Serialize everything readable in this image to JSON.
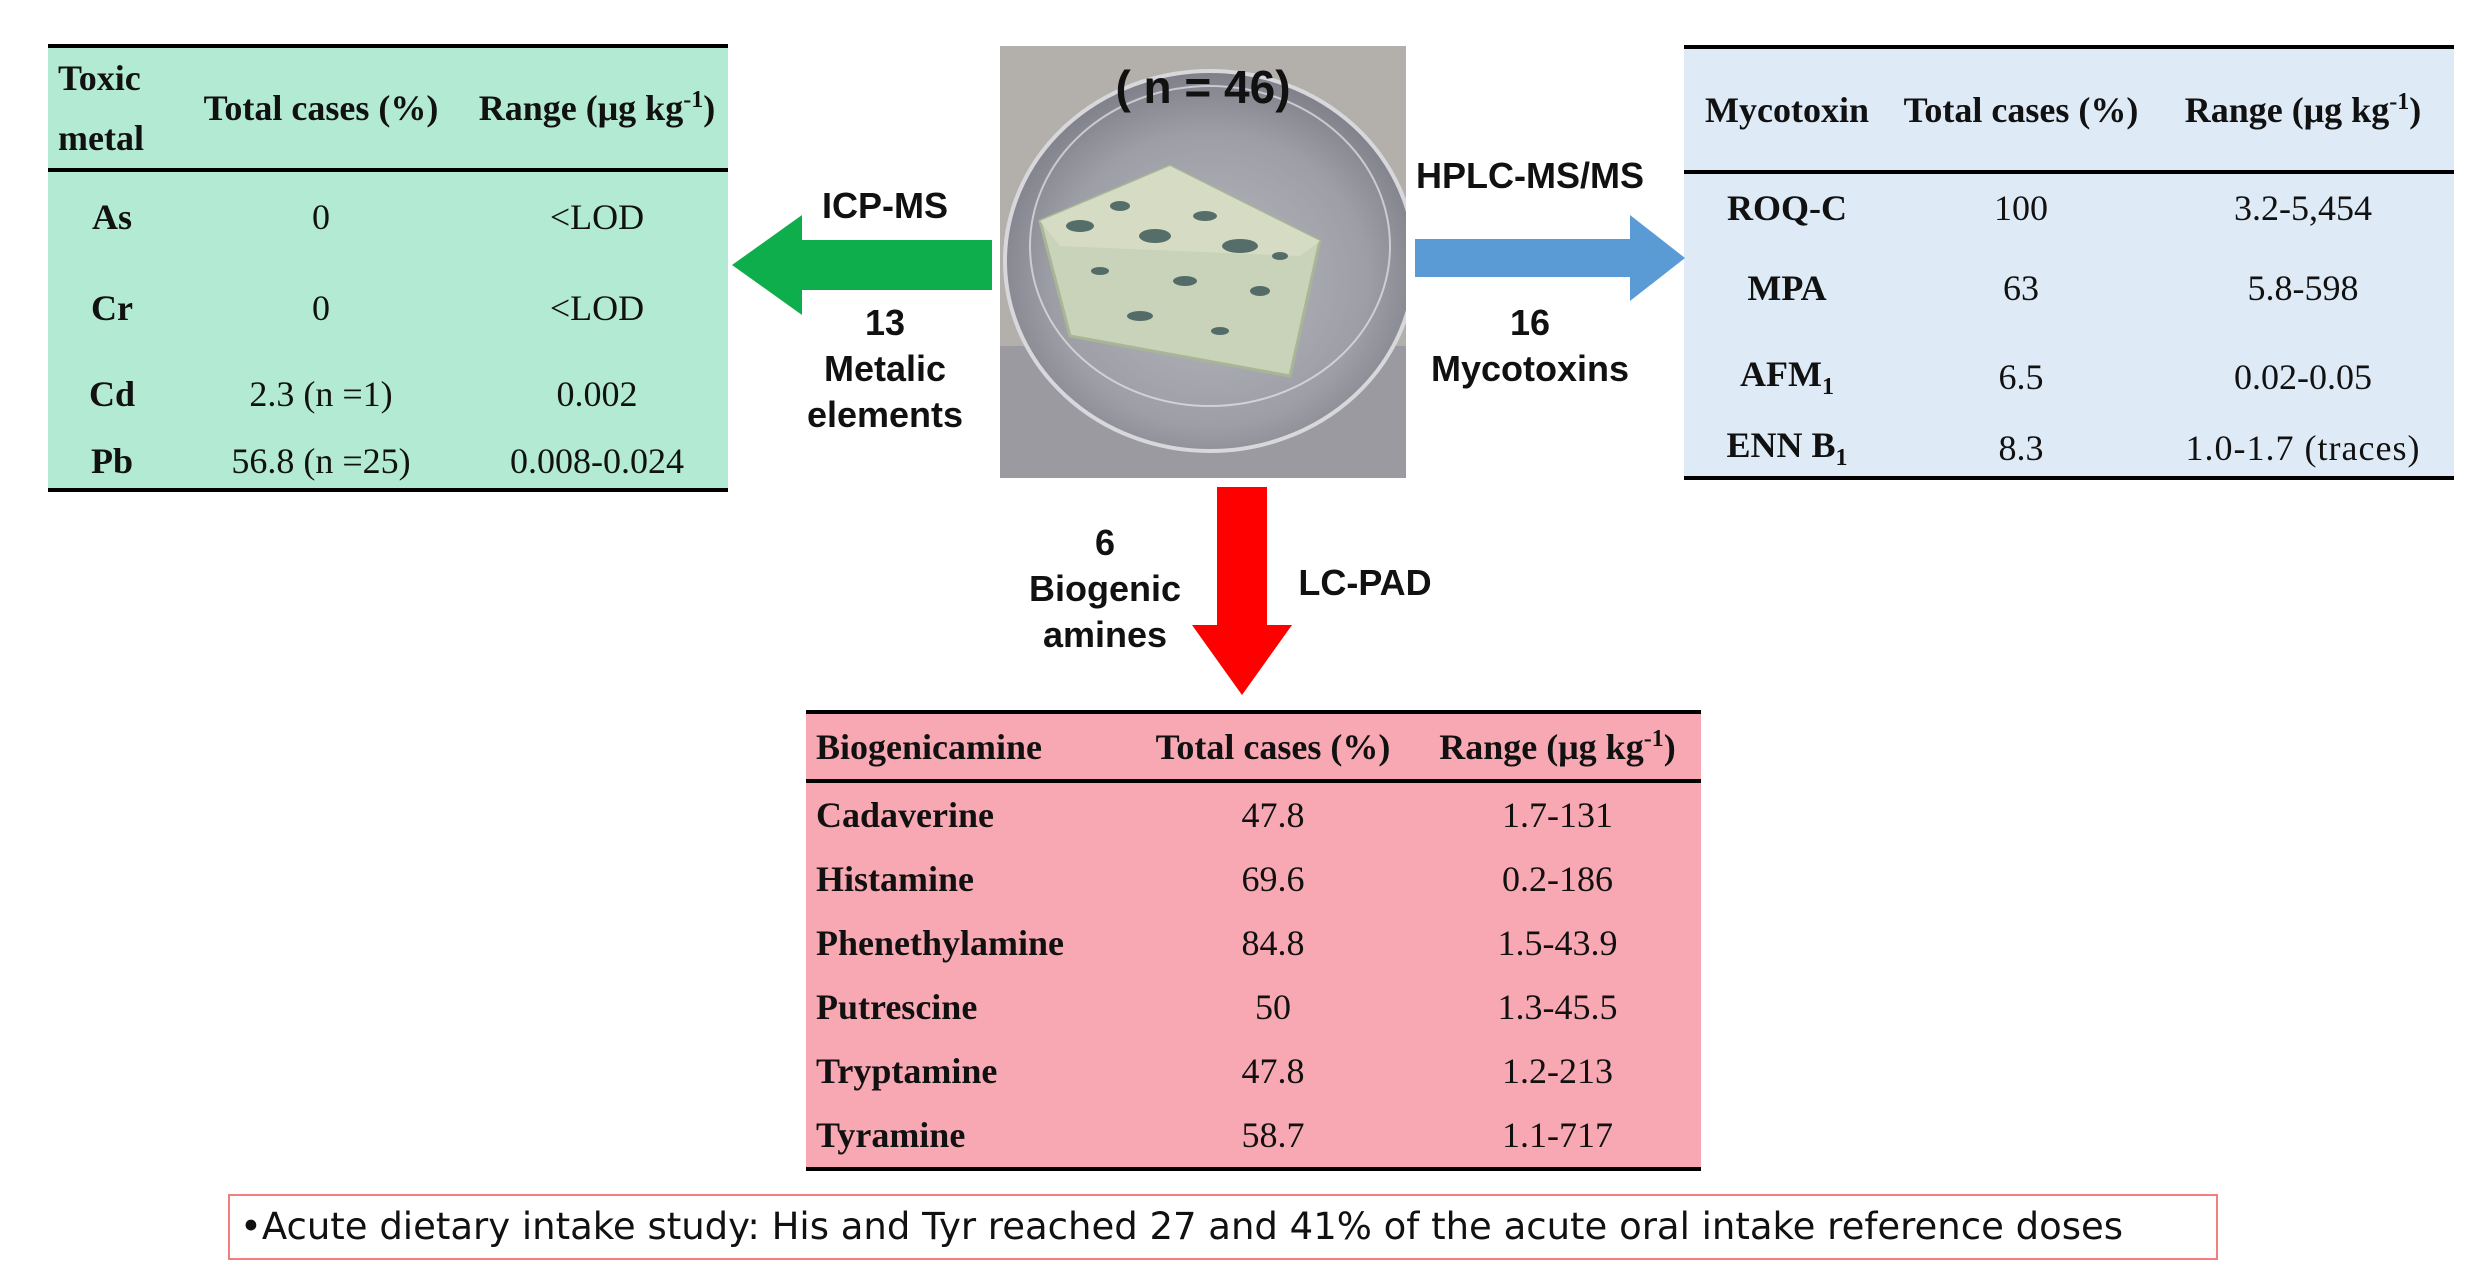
{
  "photo": {
    "n_label": "( n = 46)"
  },
  "left_branch": {
    "method": "ICP-MS",
    "count": "13",
    "label_line1": "Metalic",
    "label_line2": "elements",
    "arrow_color": "#0fae4c"
  },
  "right_branch": {
    "method": "HPLC-MS/MS",
    "count": "16",
    "label": "Mycotoxins",
    "arrow_color": "#5b9bd5"
  },
  "down_branch": {
    "method": "LC-PAD",
    "count": "6",
    "label_line1": "Biogenic",
    "label_line2": "amines",
    "arrow_color": "#ff0000"
  },
  "metal_table": {
    "headers": [
      "Toxic metal",
      "Total cases (%)",
      "Range (μg kg-1)"
    ],
    "header_line1": "Toxic",
    "header_line2": "metal",
    "range_base": "Range (μg kg",
    "range_sup": "-1",
    "range_close": ")",
    "rows": [
      [
        "As",
        "0",
        "<LOD"
      ],
      [
        "Cr",
        "0",
        "<LOD"
      ],
      [
        "Cd",
        "2.3 (n =1)",
        "0.002"
      ],
      [
        "Pb",
        "56.8 (n =25)",
        "0.008-0.024"
      ]
    ]
  },
  "mycotoxin_table": {
    "headers": [
      "Mycotoxin",
      "Total cases (%)",
      "Range (μg kg-1)"
    ],
    "range_base": "Range (μg kg",
    "range_sup": "-1",
    "range_close": ")",
    "rows": [
      [
        "ROQ-C",
        "100",
        "3.2-5,454"
      ],
      [
        "MPA",
        "63",
        "5.8-598"
      ],
      [
        "AFM1",
        "6.5",
        "0.02-0.05"
      ],
      [
        "ENN B1",
        "8.3",
        "1.0-1.7 (traces)"
      ]
    ],
    "afm_base": "AFM",
    "afm_sub": "1",
    "enn_base": "ENN B",
    "enn_sub": "1"
  },
  "amine_table": {
    "headers": [
      "Biogenicamine",
      "Total cases (%)",
      "Range (μg kg-1)"
    ],
    "range_base": "Range (μg kg",
    "range_sup": "-1",
    "range_close": ")",
    "rows": [
      [
        "Cadaverine",
        "47.8",
        "1.7-131"
      ],
      [
        "Histamine",
        "69.6",
        "0.2-186"
      ],
      [
        "Phenethylamine",
        "84.8",
        "1.5-43.9"
      ],
      [
        "Putrescine",
        "50",
        "1.3-45.5"
      ],
      [
        "Tryptamine",
        "47.8",
        "1.2-213"
      ],
      [
        "Tyramine",
        "58.7",
        "1.1-717"
      ]
    ]
  },
  "note": {
    "bullet": "•",
    "text": "Acute dietary intake study: His and Tyr reached 27 and 41% of the acute oral intake reference doses",
    "border_color": "#f08080"
  }
}
